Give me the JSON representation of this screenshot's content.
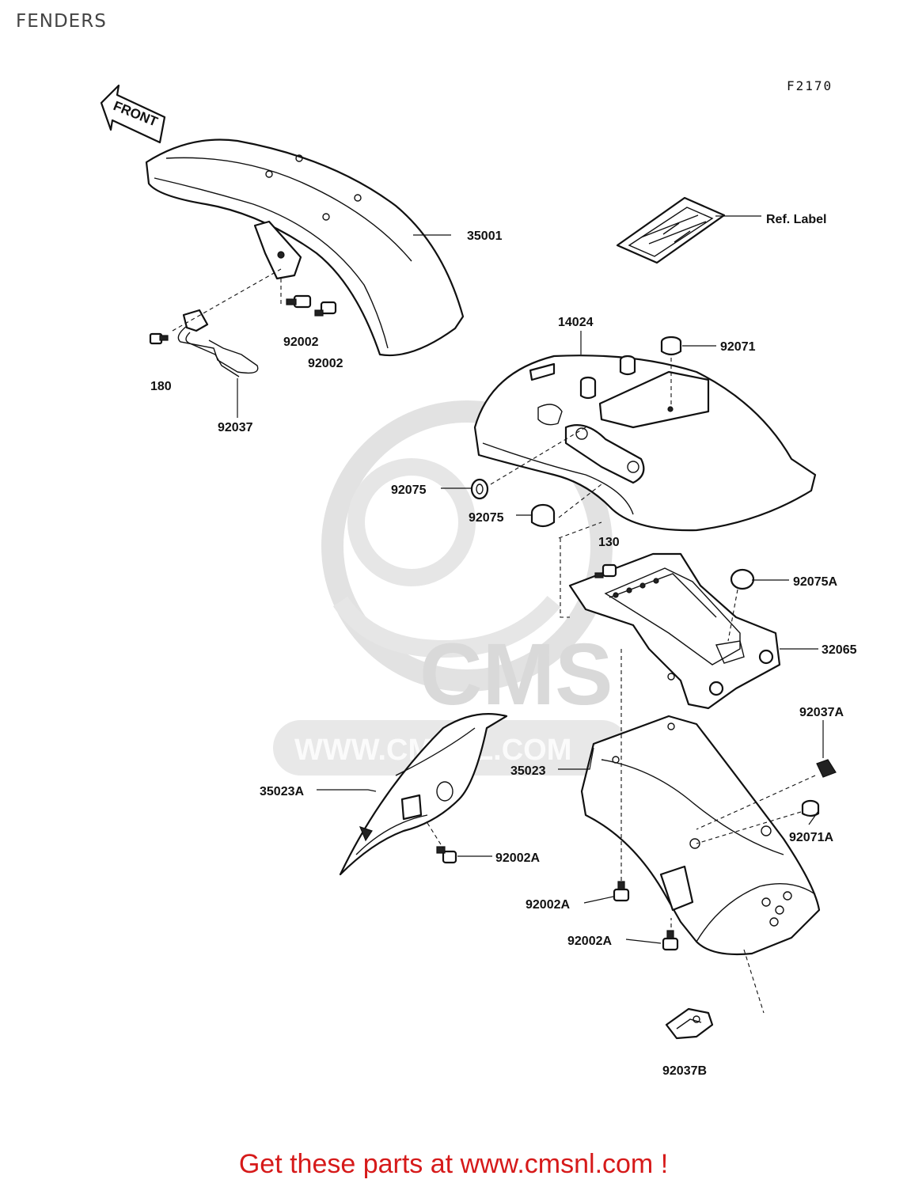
{
  "page": {
    "title": "FENDERS"
  },
  "figure_code": "F2170",
  "direction_arrow": {
    "label": "FRONT"
  },
  "watermark": {
    "logo_text": "CMS",
    "url_text": "WWW.CMSNL.COM"
  },
  "labels": {
    "front_fender": "35001",
    "front_fender_bolt_a": "92002",
    "front_fender_bolt_b": "92002",
    "brake_hose_bolt": "180",
    "brake_hose_clamp": "92037",
    "ref_label": "Ref. Label",
    "rear_fender_front": "14024",
    "damper_top": "92071",
    "damper_a": "92075",
    "damper_b": "92075",
    "bracket_bolt": "130",
    "bracket_cap": "92075A",
    "fender_bracket": "32065",
    "clamp_a": "92037A",
    "rear_fender_rear": "35023",
    "side_cover": "35023A",
    "side_cover_bolt": "92002A",
    "damper_lower": "92071A",
    "rear_bolt_a": "92002A",
    "rear_bolt_b": "92002A",
    "clamp_b": "92037B"
  },
  "promo": {
    "text": "Get these parts at www.cmsnl.com !",
    "color": "#d61a1a"
  }
}
